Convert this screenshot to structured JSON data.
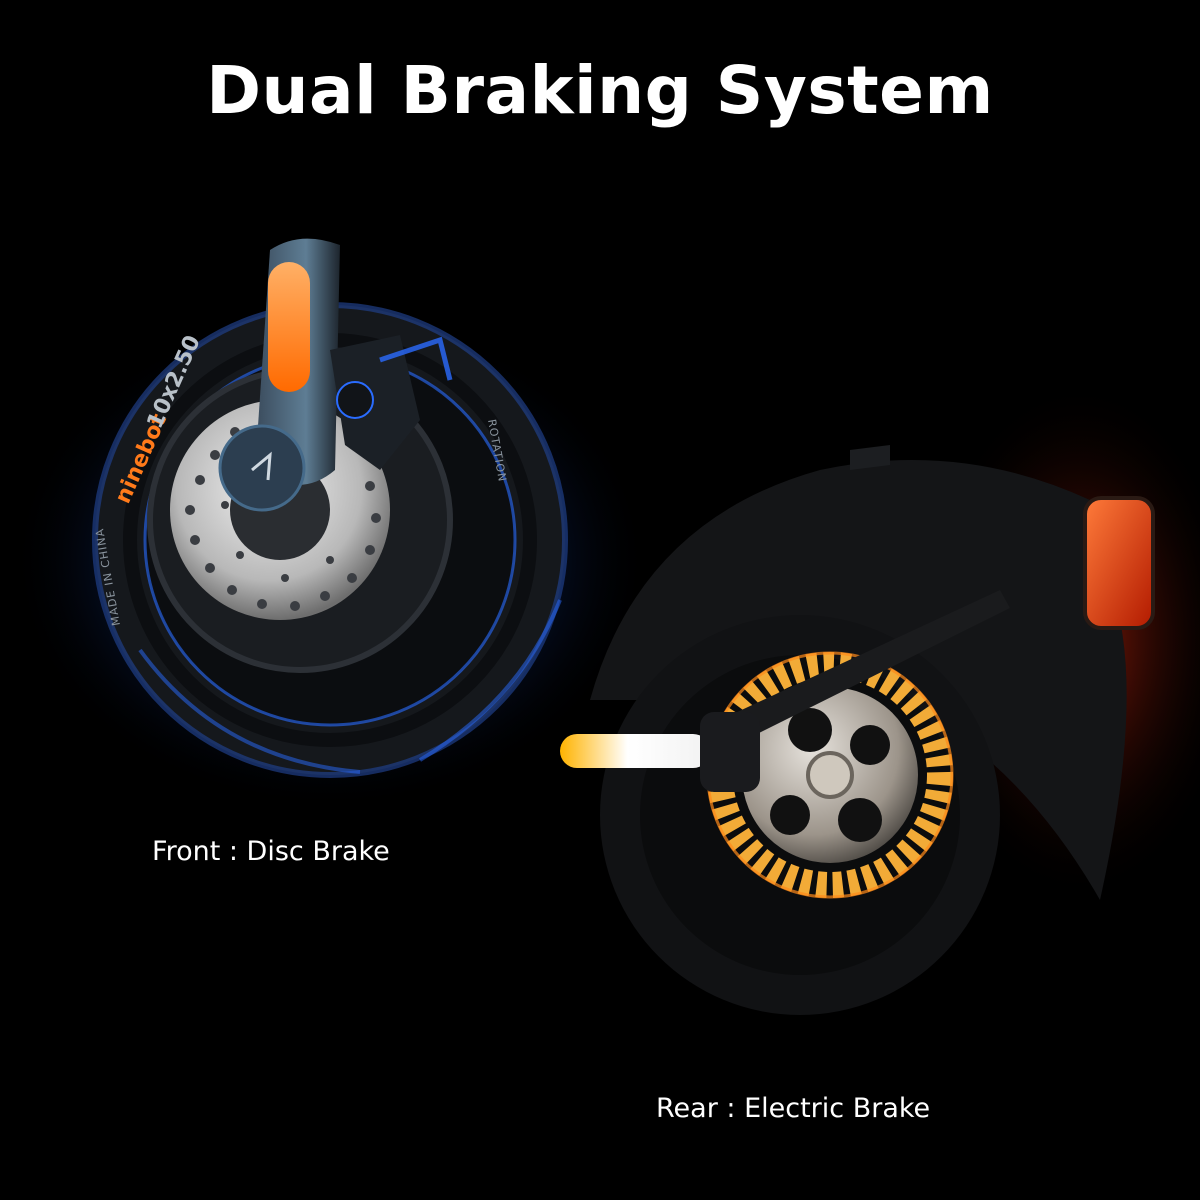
{
  "headline": "Dual Braking System",
  "front": {
    "caption": "Front : Disc Brake",
    "tire_brand": "ninebot",
    "tire_size": "10x2.50",
    "tire_origin": "MADE IN CHINA",
    "tire_rotation": "ROTATION"
  },
  "rear": {
    "caption": "Rear : Electric Brake"
  },
  "colors": {
    "background": "#000000",
    "accent_orange": "#ff7a1a",
    "glow_blue": "#2a78ff",
    "glow_red": "#ff3010"
  }
}
